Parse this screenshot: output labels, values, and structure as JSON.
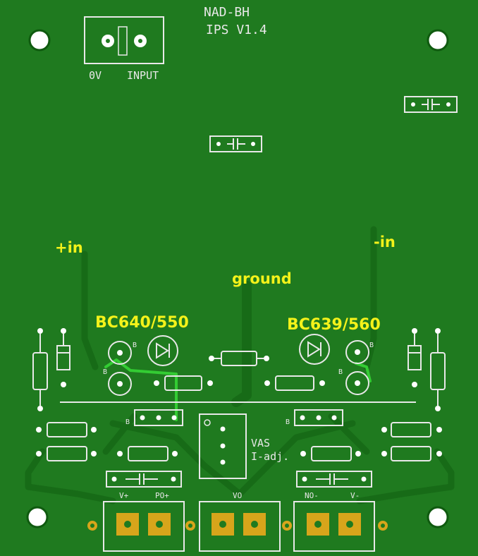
{
  "board": {
    "title_line1": "NAD-BH",
    "title_line2": "IPS V1.4",
    "background_color": "#1f7a1f"
  },
  "silkscreen": {
    "input_ground": "0V",
    "input_signal": "INPUT",
    "vas_line1": "VAS",
    "vas_line2": "I-adj.",
    "vplus": "V+",
    "poplus": "PO+",
    "vo": "VO",
    "nominus": "NO-",
    "vminus": "V-",
    "base_marker": "B"
  },
  "labels": {
    "plus_in": "+in",
    "minus_in": "-in",
    "ground": "ground",
    "left_pair": "BC640/550",
    "right_pair": "BC639/560"
  },
  "colors": {
    "label_yellow": "#f4f21a",
    "silk_white": "#e8e8e8",
    "pad_gold": "#d7a51b",
    "highlight_trace": "#33cc33"
  }
}
